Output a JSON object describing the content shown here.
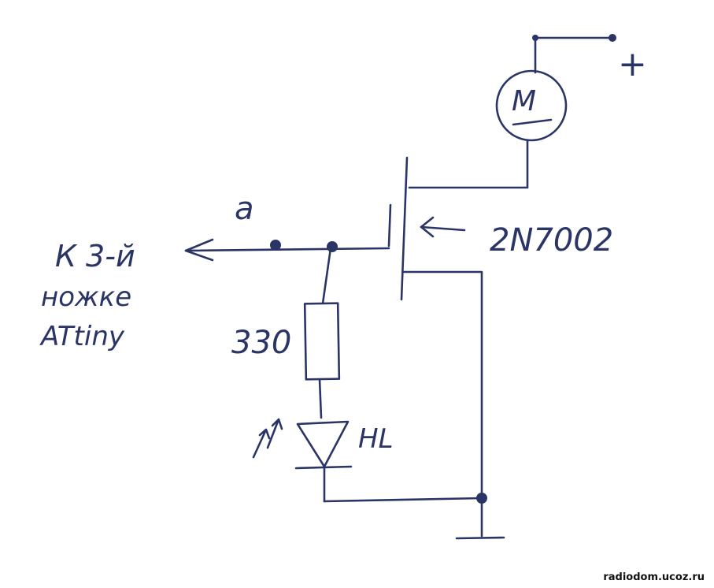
{
  "labels": {
    "node_a": "a",
    "target_line1": "К 3-й",
    "target_line2": "ножке",
    "target_line3": "ATtiny",
    "resistor_value": "330",
    "led_ref": "HL",
    "transistor": "2N7002",
    "motor": "M",
    "supply": "+"
  },
  "watermark": "radiodom.ucoz.ru",
  "colors": {
    "ink": "#2a3566",
    "background": "#ffffff"
  }
}
